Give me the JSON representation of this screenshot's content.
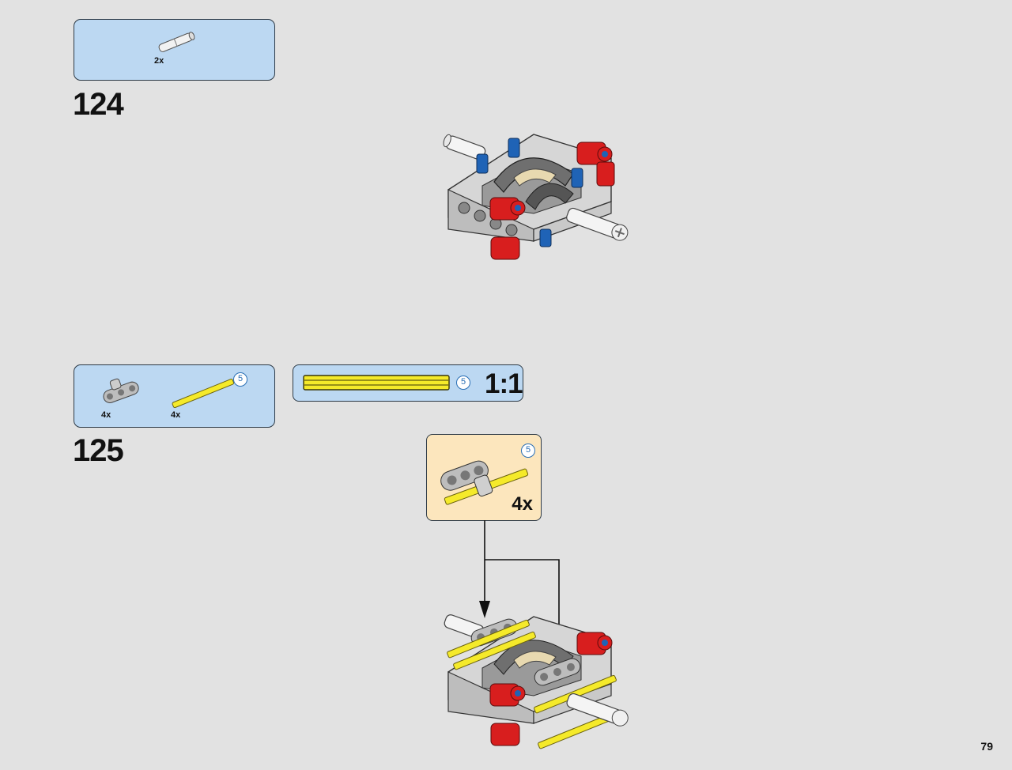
{
  "step124": {
    "number": "124",
    "parts": [
      {
        "icon": "white-axle-connector-icon",
        "quantity": "2x"
      }
    ]
  },
  "step125": {
    "number": "125",
    "parts": [
      {
        "icon": "gray-beam-3-icon",
        "quantity": "4x"
      },
      {
        "icon": "yellow-axle-5-icon",
        "quantity": "4x",
        "length_badge": "5"
      }
    ],
    "scale_guide": {
      "length": "5",
      "label": "1:1",
      "axle_color": "#f5ea2a"
    },
    "subassembly": {
      "quantity": "4x",
      "length_badge": "5"
    }
  },
  "page_number": "79",
  "colors": {
    "background": "#e2e2e2",
    "parts_box": "#bcd8f2",
    "subassembly_box": "#fce6bd",
    "red": "#d81e1e",
    "blue": "#1f63b6",
    "yellow": "#f5ea2a",
    "gray": "#a9a9a9"
  }
}
